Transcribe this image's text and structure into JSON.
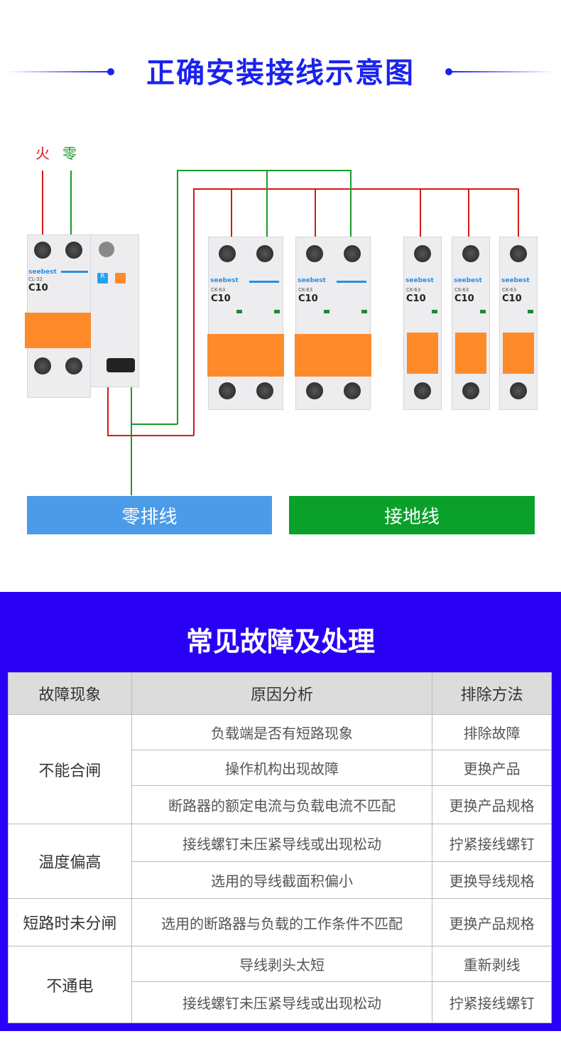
{
  "wiring": {
    "title": "正确安装接线示意图",
    "live_label": "火",
    "neutral_label": "零",
    "neutral_bar": "零排线",
    "ground_bar": "接地线",
    "colors": {
      "live": "#d81818",
      "neutral": "#1a9b2a",
      "accent": "#1a22f0",
      "neutral_bar": "#4b9be8",
      "ground_bar": "#0aa02a"
    },
    "rcbo": {
      "brand": "seebest",
      "model": "CL-32",
      "rating": "C10",
      "test_button": "R"
    },
    "breakers": [
      {
        "brand": "seebest",
        "model": "CK-63",
        "rating": "C10",
        "poles": 2
      },
      {
        "brand": "seebest",
        "model": "CK-63",
        "rating": "C10",
        "poles": 2
      },
      {
        "brand": "seebest",
        "model": "CK-63",
        "rating": "C10",
        "poles": 1
      },
      {
        "brand": "seebest",
        "model": "CK-63",
        "rating": "C10",
        "poles": 1
      },
      {
        "brand": "seebest",
        "model": "CK-63",
        "rating": "C10",
        "poles": 1
      }
    ]
  },
  "faults": {
    "title": "常见故障及处理",
    "headers": [
      "故障现象",
      "原因分析",
      "排除方法"
    ],
    "groups": [
      {
        "symptom": "不能合闸",
        "rows": [
          [
            "负载端是否有短路现象",
            "排除故障"
          ],
          [
            "操作机构出现故障",
            "更换产品"
          ],
          [
            "断路器的额定电流与负载电流不匹配",
            "更换产品规格"
          ]
        ]
      },
      {
        "symptom": "温度偏高",
        "rows": [
          [
            "接线螺钉未压紧导线或出现松动",
            "拧紧接线螺钉"
          ],
          [
            "选用的导线截面积偏小",
            "更换导线规格"
          ]
        ]
      },
      {
        "symptom": "短路时未分闸",
        "rows": [
          [
            "选用的断路器与负载的工作条件不匹配",
            "更换产品规格"
          ]
        ]
      },
      {
        "symptom": "不通电",
        "rows": [
          [
            "导线剥头太短",
            "重新剥线"
          ],
          [
            "接线螺钉未压紧导线或出现松动",
            "拧紧接线螺钉"
          ]
        ]
      }
    ]
  }
}
